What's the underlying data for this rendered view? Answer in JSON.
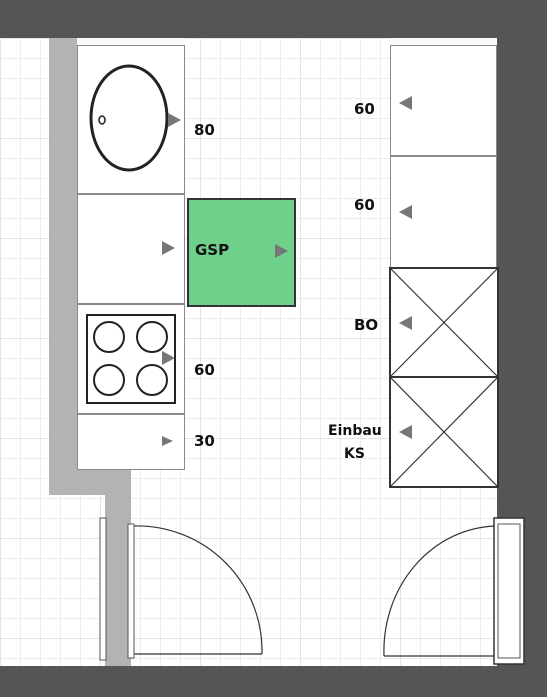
{
  "plan": {
    "left_units": {
      "sink_width": "80",
      "dishwasher": "GSP",
      "stove_width": "60",
      "small_width": "30"
    },
    "right_units": {
      "upper_1_width": "60",
      "upper_2_width": "60",
      "oven": "BO",
      "fridge_line1": "Einbau",
      "fridge_line2": "KS"
    }
  },
  "colors": {
    "dishwasher_fill": "#6fd08c",
    "wall": "#b3b3b3",
    "background": "#555555"
  }
}
